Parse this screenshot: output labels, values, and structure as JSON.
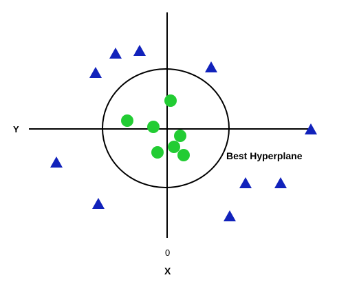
{
  "diagram": {
    "y_axis_label": "Y",
    "x_axis_label": "X",
    "origin_label": "0",
    "boundary_label": "Best Hyperplane",
    "colors": {
      "axes": "#000000",
      "boundary": "#000000",
      "inner_class": "#22cc33",
      "outer_class": "#1122bb",
      "text": "#000000"
    },
    "inner_class_shape": "circle",
    "outer_class_shape": "triangle"
  }
}
